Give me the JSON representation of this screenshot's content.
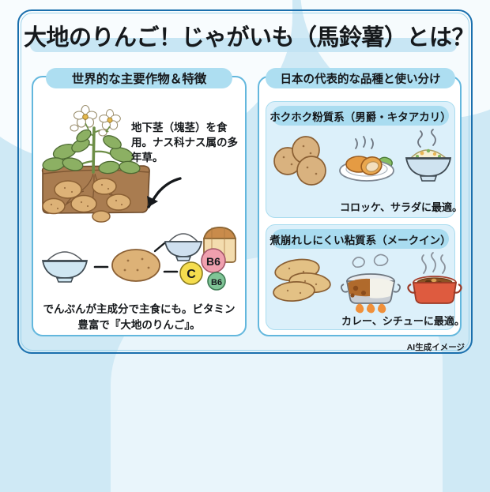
{
  "title": "大地のりんご！じゃがいも（馬鈴薯）とは？",
  "credit": "AI生成イメージ",
  "left_panel": {
    "header": "世界的な主要作物＆特徴",
    "plant_note": "地下茎（塊茎）を食用。ナス科ナス属の多年草。",
    "bottom_note": "でんぷんが主成分で主食にも。ビタミン豊富で『大地のりんご』。",
    "nutrient_badges": [
      {
        "label": "C",
        "color": "#f5dd4e"
      },
      {
        "label": "B6",
        "color": "#f0a0ae"
      },
      {
        "label": "B6",
        "color": "#7fc496"
      }
    ],
    "illustrations": [
      "potato-plant-with-tubers-illustration",
      "starch-bowl-illustration",
      "potato-illustration",
      "rice-bowl-illustration",
      "bread-loaf-illustration"
    ]
  },
  "right_panel": {
    "header": "日本の代表的な品種と使い分け",
    "sections": [
      {
        "header": "ホクホク粉質系（男爵・キタアカリ）",
        "caption": "コロッケ、サラダに最適。",
        "illustrations": [
          "round-potatoes-illustration",
          "croquette-plate-illustration",
          "potato-salad-bowl-illustration"
        ]
      },
      {
        "header": "煮崩れしにくい粘質系（メークイン）",
        "caption": "カレー、シチューに最適。",
        "illustrations": [
          "oval-potatoes-illustration",
          "curry-pot-illustration",
          "stew-pot-illustration"
        ]
      }
    ]
  },
  "colors": {
    "background": "#cfe9f5",
    "frame_border": "#1a6fad",
    "panel_border": "#63b7dd",
    "pill": "#addef1",
    "subpanel_bg": "#dcf0fa",
    "soil": "#a97c50",
    "leaf": "#7fa45c",
    "potato": "#ddb277"
  }
}
